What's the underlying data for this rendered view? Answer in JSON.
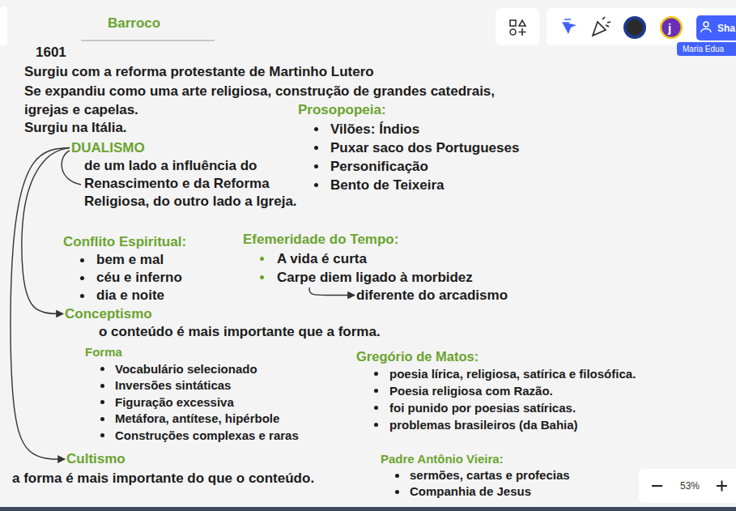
{
  "diagram": {
    "title": "Barroco",
    "nodes": [
      {
        "text": [
          "DUALISMO",
          "de um lado a influência do Renascimento e da Reforma Religiosa, do outro lado a Igreja."
        ]
      },
      {
        "text": [
          "Conflito Espiritual:",
          "bem e mal",
          "céu e inferno",
          "dia e noite"
        ]
      },
      {
        "text": [
          "Conceptismo",
          "o conteúdo é mais importante que a forma."
        ]
      },
      {
        "text": [
          "Forma",
          "Vocabulário selecionado",
          "Inversões sintáticas",
          "Figuração excessiva",
          "Metáfora, antítese, hipérbole",
          "Construções complexas e raras"
        ]
      },
      {
        "text": [
          "Cultismo",
          "a forma é mais importante do que o conteúdo."
        ]
      },
      {
        "text": [
          "Prosopopeia:",
          "Vilões: Índios",
          "Puxar saco dos Portugueses",
          "Personificação",
          "Bento de Teixeira"
        ]
      },
      {
        "text": [
          "Efemeridade do Tempo:",
          "A vida é curta",
          "Carpe diem ligado à morbidez"
        ]
      },
      {
        "text": [
          "diferente do arcadismo"
        ]
      },
      {
        "text": [
          "Gregório de Matos:",
          "poesia lírica, religiosa, satírica e filosófica.",
          "Poesia religiosa com Razão.",
          "foi punido por poesias satíricas.",
          "problemas brasileiros (da Bahia)"
        ]
      },
      {
        "text": [
          "Padre Antônio Vieira:",
          "sermões, cartas e profecias",
          "Companhia de Jesus"
        ]
      }
    ],
    "edges": [
      {
        "from": 0,
        "to": 2,
        "arrow": "to"
      },
      {
        "from": 0,
        "to": 4,
        "arrow": "to"
      },
      {
        "from": 6,
        "to": 7,
        "arrow": "to"
      }
    ],
    "labels": [
      "1601",
      "Surgiu com a reforma protestante de Martinho Lutero",
      "Se expandiu como uma arte religiosa, construção de grandes catedrais, igrejas e capelas.",
      "Surgiu na Itália.",
      "Sha",
      "Maria Edua",
      "j",
      "53%"
    ]
  }
}
